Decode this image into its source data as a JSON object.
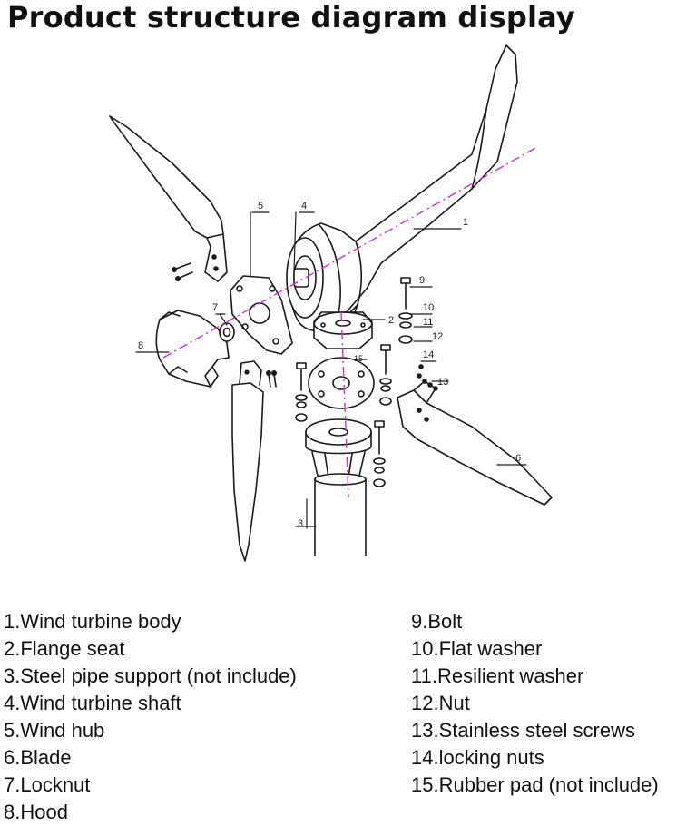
{
  "title": "Product structure diagram display",
  "callouts": [
    "1",
    "2",
    "3",
    "4",
    "5",
    "6",
    "7",
    "8",
    "9",
    "10",
    "11",
    "12",
    "13",
    "14",
    "15"
  ],
  "legend_left": [
    "1.Wind turbine body",
    "2.Flange seat",
    "3.Steel pipe support (not include)",
    "4.Wind turbine shaft",
    "5.Wind hub",
    "6.Blade",
    "7.Locknut",
    "8.Hood"
  ],
  "legend_right": [
    "9.Bolt",
    "10.Flat washer",
    "11.Resilient washer",
    "12.Nut",
    "13.Stainless steel screws",
    "14.locking nuts",
    "15.Rubber pad (not include)"
  ],
  "colors": {
    "line": "#1a1a1a",
    "axis": "#cc33cc",
    "background": "#ffffff"
  }
}
